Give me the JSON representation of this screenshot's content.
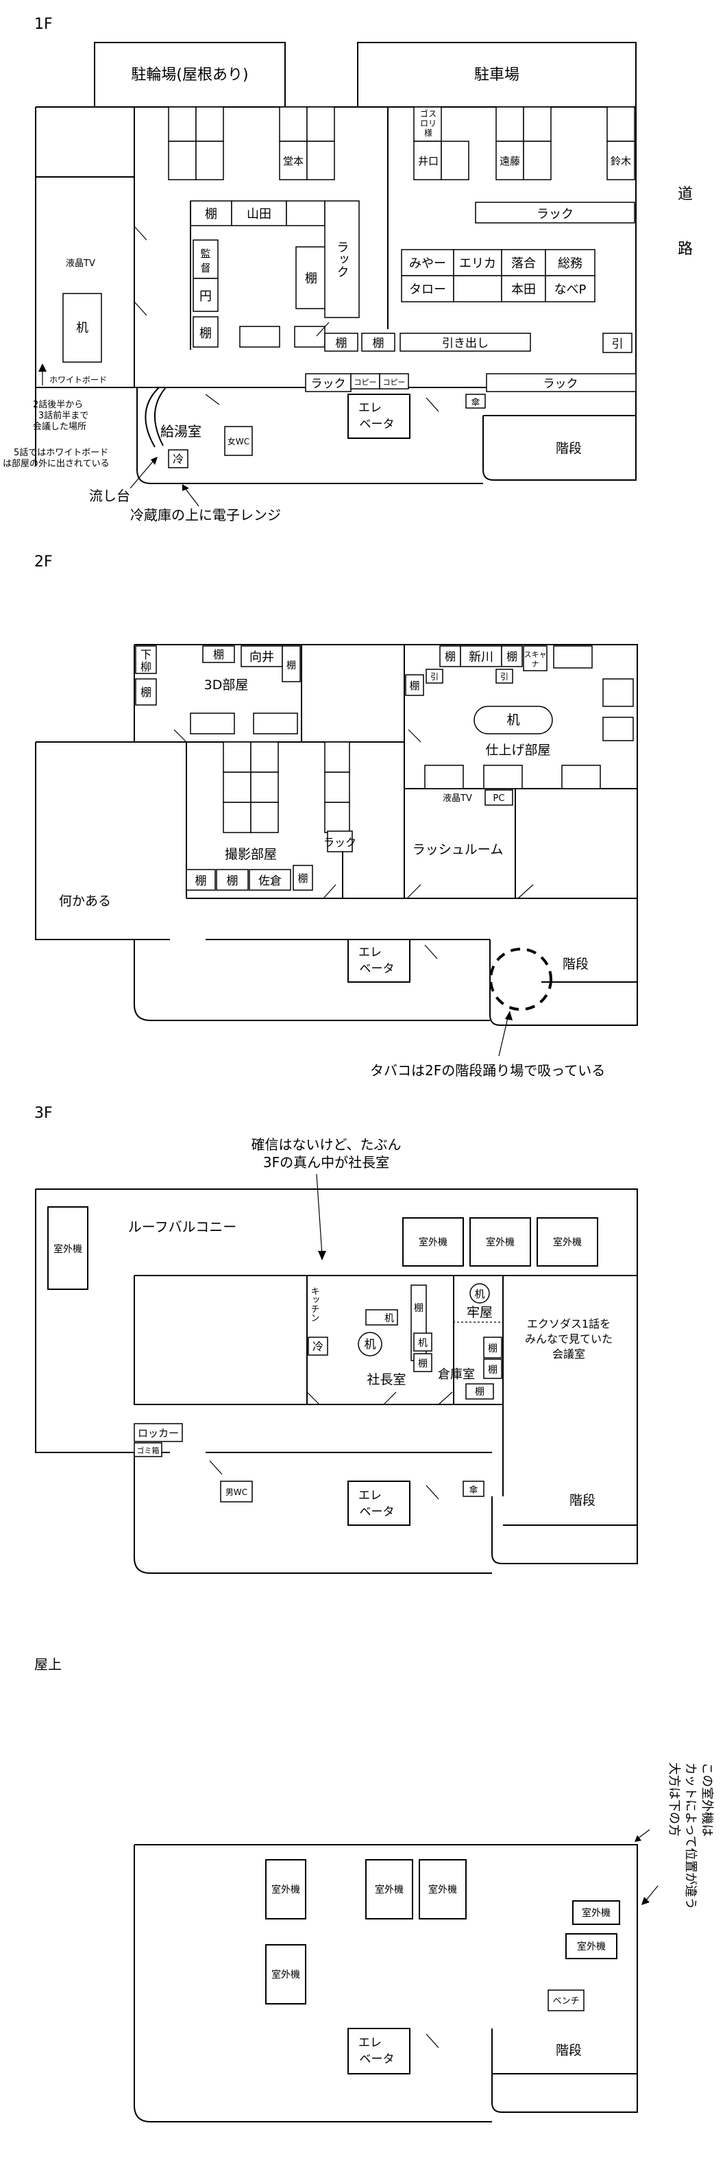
{
  "floors": {
    "f1": "1F",
    "f2": "2F",
    "f3": "3F",
    "roof": "屋上"
  },
  "f1": {
    "bike_parking": "駐輪場(屋根あり)",
    "car_parking": "駐車場",
    "road_1": "道",
    "road_2": "路",
    "desk_domoto": "堂本",
    "desk_gosu_1": "ゴス",
    "desk_gosu_2": "ロリ",
    "desk_gosu_3": "様",
    "desk_inokuchi": "井口",
    "desk_endo": "遠藤",
    "desk_suzuki": "鈴木",
    "shelf": "棚",
    "yamada": "山田",
    "rack": "ラック",
    "director_1": "監",
    "director_2": "督",
    "en": "円",
    "miya": "みやー",
    "erika": "エリカ",
    "ochiai": "落合",
    "somu": "総務",
    "taro": "タロー",
    "honda": "本田",
    "nabe": "なべP",
    "drawer": "引き出し",
    "hiki": "引",
    "lcd_tv": "液晶TV",
    "desk": "机",
    "whiteboard": "ホワイトボード",
    "copy": "コピー",
    "elevator_1": "エレ",
    "elevator_2": "ベータ",
    "umbrella": "傘",
    "stairs": "階段",
    "kyuto": "給湯室",
    "womens_wc": "女WC",
    "fridge": "冷",
    "note_wb_1": "2話後半から",
    "note_wb_2": "3話前半まで",
    "note_wb_3": "会議した場所",
    "note_ep5_1": "5話ではホワイトボード",
    "note_ep5_2": "は部屋の外に出されている",
    "sink": "流し台",
    "microwave": "冷蔵庫の上に電子レンジ"
  },
  "f2": {
    "shimo_1": "下",
    "shimo_2": "柳",
    "shelf": "棚",
    "mukai": "向井",
    "room_3d": "3D部屋",
    "shintani": "新川",
    "scanner_1": "スキャ",
    "scanner_2": "ナ",
    "hiki": "引",
    "desk": "机",
    "finish_room": "仕上げ部屋",
    "lcd_tv": "液晶TV",
    "pc": "PC",
    "rack": "ラック",
    "shoot_room": "撮影部屋",
    "sakura": "佐倉",
    "rush_room": "ラッシュルーム",
    "something": "何かある",
    "elevator_1": "エレ",
    "elevator_2": "ベータ",
    "stairs": "階段",
    "smoking_note": "タバコは2Fの階段踊り場で吸っている"
  },
  "f3": {
    "note_1": "確信はないけど、たぶん",
    "note_2": "3Fの真ん中が社長室",
    "outdoor_unit": "室外機",
    "roof_balcony": "ルーフバルコニー",
    "kitchen": "キッチン",
    "fridge": "冷",
    "desk": "机",
    "president_room": "社長室",
    "shelf": "棚",
    "storage": "倉庫室",
    "prison": "牢屋",
    "meeting_1": "エクソダス1話を",
    "meeting_2": "みんなで見ていた",
    "meeting_3": "会議室",
    "locker": "ロッカー",
    "trash": "ゴミ箱",
    "mens_wc": "男WC",
    "elevator_1": "エレ",
    "elevator_2": "ベータ",
    "umbrella": "傘",
    "stairs": "階段"
  },
  "roof": {
    "outdoor_unit": "室外機",
    "bench": "ベンチ",
    "elevator_1": "エレ",
    "elevator_2": "ベータ",
    "stairs": "階段",
    "note_1": "この室外機は",
    "note_2": "カットによって位置が違う",
    "note_3": "大方は下の方"
  }
}
